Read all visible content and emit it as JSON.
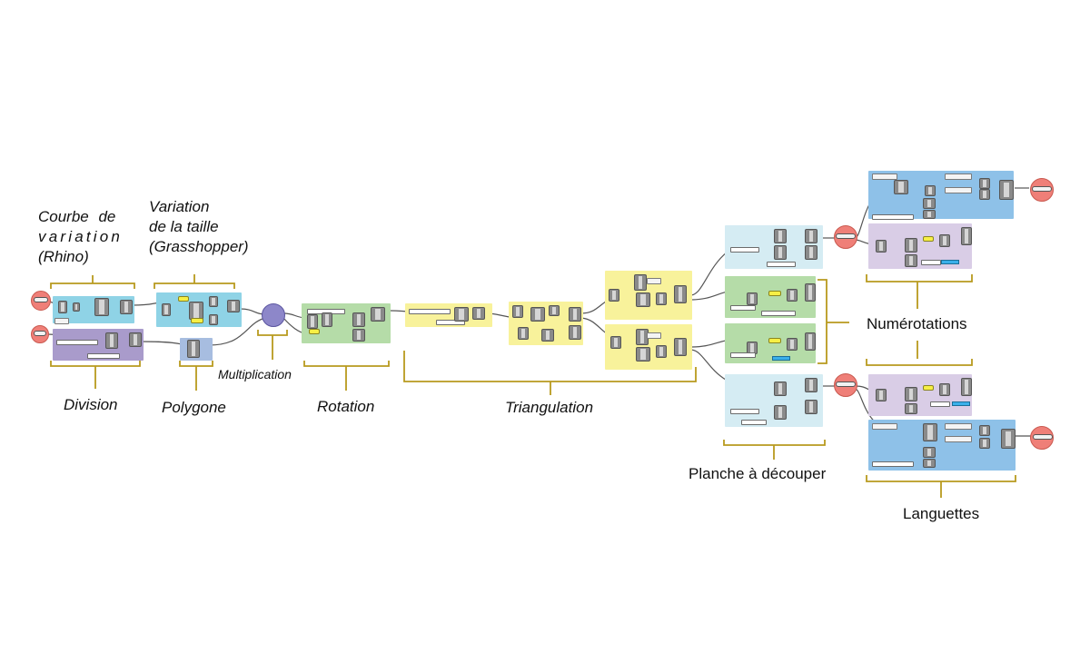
{
  "labels": {
    "courbe_line1": "Courbe de",
    "courbe_line2": "variation",
    "courbe_line3": "(Rhino)",
    "variation_line1": "Variation",
    "variation_line2": "de la taille",
    "variation_line3": "(Grasshopper)",
    "division": "Division",
    "polygone": "Polygone",
    "multiplication": "Multiplication",
    "rotation": "Rotation",
    "triangulation": "Triangulation",
    "planche": "Planche à découper",
    "numerotations": "Numérotations",
    "languettes": "Languettes"
  },
  "colors": {
    "cyan_group": "#8fd3e6",
    "purple_group": "#a99bcb",
    "blue_group": "#a7bde0",
    "green_group": "#b5dca8",
    "yellow_group": "#f8f29b",
    "pale_cyan_group": "#d5ecf3",
    "pale_purple_group": "#d9cde6",
    "strong_blue_group": "#8ec1e8",
    "bracket": "#b89a1e",
    "wire": "#555555"
  }
}
